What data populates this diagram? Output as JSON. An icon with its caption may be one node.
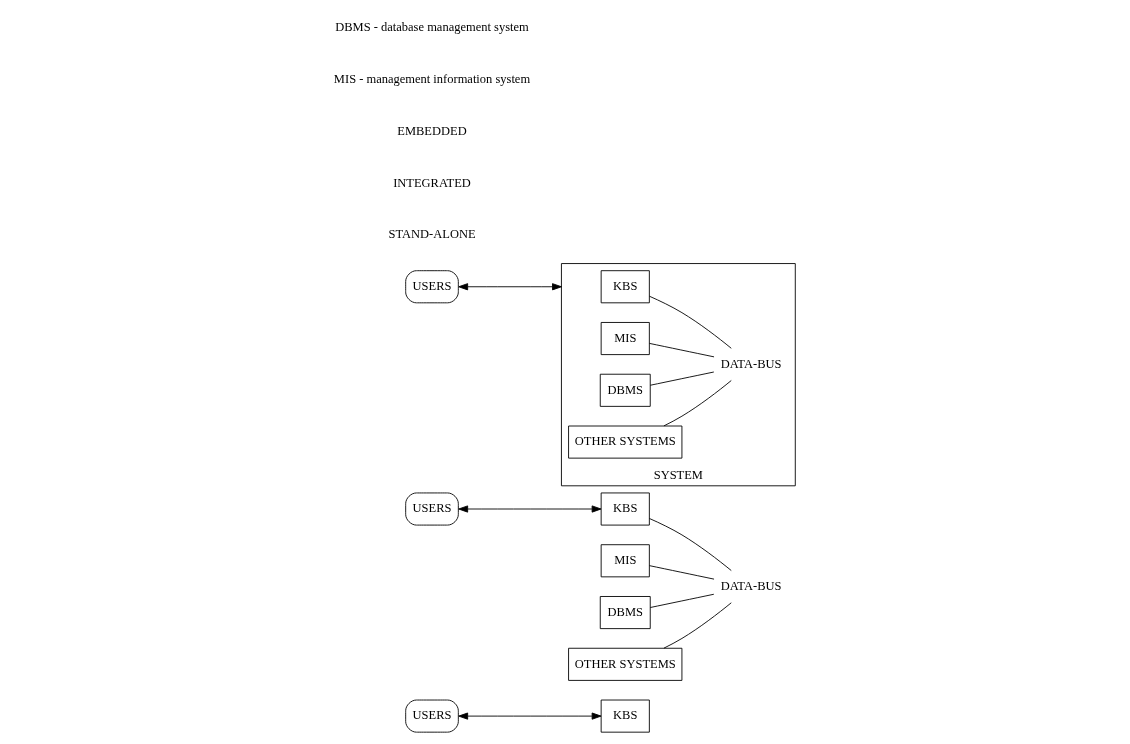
{
  "diagram": {
    "nodes": [
      {
        "text": [
          "USERS"
        ]
      },
      {
        "text": [
          "KBS"
        ]
      },
      {
        "text": [
          "USERS"
        ]
      },
      {
        "text": [
          "KBS"
        ]
      },
      {
        "text": [
          "MIS"
        ]
      },
      {
        "text": [
          "DBMS"
        ]
      },
      {
        "text": [
          "OTHER SYSTEMS"
        ]
      },
      {
        "text": [
          "DATA-BUS"
        ]
      },
      {
        "text": [
          "SYSTEM"
        ]
      },
      {
        "text": [
          "USERS"
        ]
      },
      {
        "text": [
          "KBS"
        ],
        "in": 8
      },
      {
        "text": [
          "MIS"
        ],
        "in": 8
      },
      {
        "text": [
          "DBMS"
        ],
        "in": 8
      },
      {
        "text": [
          "OTHER SYSTEMS"
        ],
        "in": 8
      },
      {
        "text": [
          "DATA-BUS"
        ],
        "in": 8
      }
    ],
    "edges": [
      {
        "from": 0,
        "to": 1,
        "arrow": "both"
      },
      {
        "from": 2,
        "to": 3,
        "arrow": "both"
      },
      {
        "from": 3,
        "to": 7,
        "arrow": "none"
      },
      {
        "from": 4,
        "to": 7,
        "arrow": "none"
      },
      {
        "from": 5,
        "to": 7,
        "arrow": "none"
      },
      {
        "from": 6,
        "to": 7,
        "arrow": "none"
      },
      {
        "from": 9,
        "to": 8,
        "arrow": "both"
      },
      {
        "from": 10,
        "to": 14,
        "arrow": "none"
      },
      {
        "from": 11,
        "to": 14,
        "arrow": "none"
      },
      {
        "from": 12,
        "to": 14,
        "arrow": "none"
      },
      {
        "from": 13,
        "to": 14,
        "arrow": "none"
      }
    ],
    "labels": [
      "STAND-ALONE",
      "INTEGRATED",
      "EMBEDDED",
      "MIS - management information system",
      "DBMS - database management system"
    ]
  }
}
